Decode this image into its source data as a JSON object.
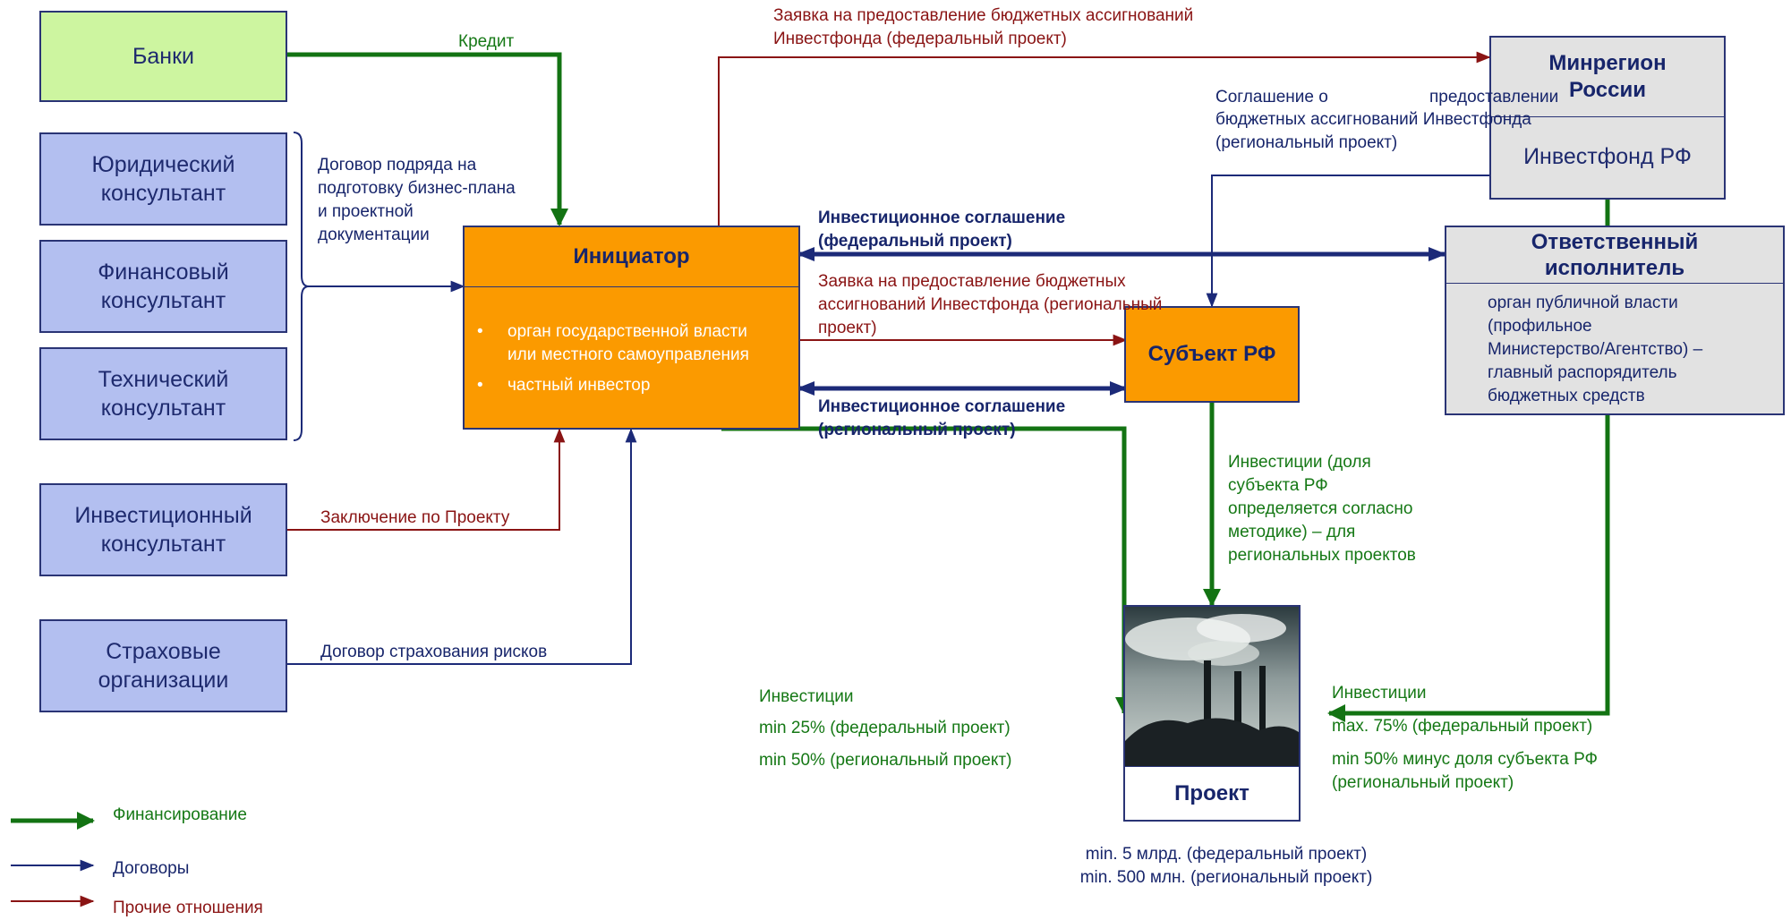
{
  "boxes": {
    "banks": "Банки",
    "legal": "Юридический\nконсультант",
    "financial": "Финансовый\nконсультант",
    "technical": "Технический\nконсультант",
    "investment": "Инвестиционный\nконсультант",
    "insurance": "Страховые\nорганизации",
    "initiator_title": "Инициатор",
    "initiator_items": [
      "орган государственной власти\nили местного самоуправления",
      "частный инвестор"
    ],
    "subject": "Субъект РФ",
    "minregion_title": "Минрегион\nРоссии",
    "invest_fund": "Инвестфонд РФ",
    "responsible_title": "Ответственный\nисполнитель",
    "responsible_body": "орган публичной власти\n(профильное\nМинистерство/Агентство) –\nглавный распорядитель\nбюджетных средств",
    "project": "Проект"
  },
  "labels": {
    "credit": "Кредит",
    "contract": "Договор подряда на\nподготовку бизнес-плана\nи проектной\nдокументации",
    "conclusion": "Заключение по Проекту",
    "insurance_contract": "Договор страхования рисков",
    "request_federal": "Заявка на предоставление бюджетных ассигнований\nИнвестфонда (федеральный проект)",
    "agreement_regional_1": "Соглашение о",
    "agreement_regional_2": "предоставлении",
    "agreement_regional_3": "бюджетных ассигнований Инвестфонда\n(региональный проект)",
    "invest_agreement_federal": "Инвестиционное соглашение\n(федеральный проект)",
    "request_regional": "Заявка на предоставление бюджетных\nассигнований Инвестфонда (региональный\nпроект)",
    "invest_agreement_regional": "Инвестиционное соглашение\n(региональный проект)",
    "subject_investment": "Инвестиции (доля\nсубъекта РФ\nопределяется согласно\nметодике) – для\nрегиональных проектов",
    "initiator_investment": [
      "Инвестиции",
      "min 25% (федеральный проект)",
      "min 50% (региональный проект)"
    ],
    "fund_investment": [
      "Инвестиции",
      "max. 75% (федеральный проект)",
      "min 50% минус доля субъекта РФ\n(региональный проект)"
    ],
    "project_size": "min. 5 млрд. (федеральный проект)\nmin. 500 млн. (региональный проект)"
  },
  "legend": {
    "financing": "Финансирование",
    "contracts": "Договоры",
    "other": "Прочие отношения"
  },
  "colors": {
    "financing": "#137313",
    "contracts": "#1c2a78",
    "other": "#8a1414",
    "consultant_fill": "#b3bff0",
    "bank_fill": "#cdf5a0",
    "initiator_fill": "#fb9a00",
    "state_fill": "#e2e2e2"
  }
}
